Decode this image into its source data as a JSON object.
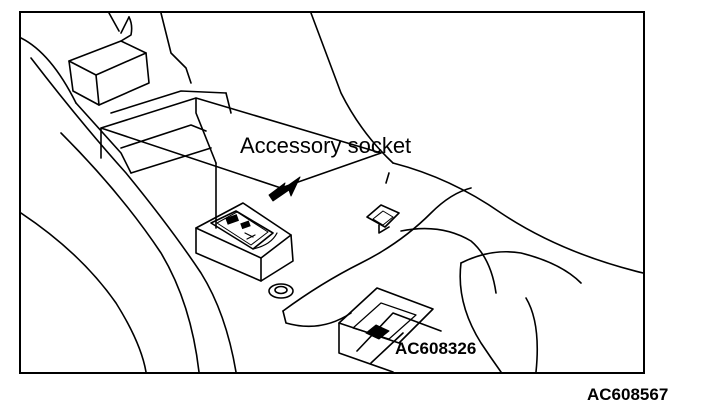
{
  "callout_label": "Accessory socket",
  "inner_code": "AC608326",
  "outer_code": "AC608567"
}
